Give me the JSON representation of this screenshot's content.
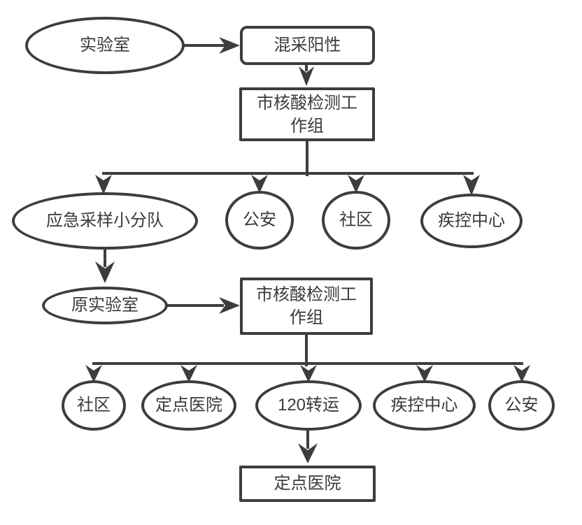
{
  "diagram": {
    "background_color": "#ffffff",
    "stroke_color": "#3d3d3d",
    "text_color": "#3a3a3a",
    "nodes": {
      "lab": {
        "shape": "ellipse",
        "label": "实验室"
      },
      "mixed_positive": {
        "shape": "rounded-rect",
        "label": "混采阳性"
      },
      "workgroup_1": {
        "shape": "rect",
        "label": "市核酸检测工\n作组"
      },
      "emergency_team": {
        "shape": "ellipse",
        "label": "应急采样小分队"
      },
      "police_1": {
        "shape": "ellipse",
        "label": "公安"
      },
      "community_1": {
        "shape": "ellipse",
        "label": "社区"
      },
      "cdc_1": {
        "shape": "ellipse",
        "label": "疾控中心"
      },
      "original_lab": {
        "shape": "ellipse",
        "label": "原实验室"
      },
      "workgroup_2": {
        "shape": "rect",
        "label": "市核酸检测工\n作组"
      },
      "community_2": {
        "shape": "ellipse",
        "label": "社区"
      },
      "designated_hospital_ellipse": {
        "shape": "ellipse",
        "label": "定点医院"
      },
      "transfer_120": {
        "shape": "ellipse",
        "label": "120转运"
      },
      "cdc_2": {
        "shape": "ellipse",
        "label": "疾控中心"
      },
      "police_2": {
        "shape": "ellipse",
        "label": "公安"
      },
      "designated_hospital_rect": {
        "shape": "rect",
        "label": "定点医院"
      }
    },
    "edges": [
      {
        "from": "lab",
        "to": "mixed_positive"
      },
      {
        "from": "mixed_positive",
        "to": "workgroup_1"
      },
      {
        "from": "workgroup_1",
        "to": "emergency_team"
      },
      {
        "from": "workgroup_1",
        "to": "police_1"
      },
      {
        "from": "workgroup_1",
        "to": "community_1"
      },
      {
        "from": "workgroup_1",
        "to": "cdc_1"
      },
      {
        "from": "emergency_team",
        "to": "original_lab"
      },
      {
        "from": "original_lab",
        "to": "workgroup_2"
      },
      {
        "from": "workgroup_2",
        "to": "community_2"
      },
      {
        "from": "workgroup_2",
        "to": "designated_hospital_ellipse"
      },
      {
        "from": "workgroup_2",
        "to": "transfer_120"
      },
      {
        "from": "workgroup_2",
        "to": "cdc_2"
      },
      {
        "from": "workgroup_2",
        "to": "police_2"
      },
      {
        "from": "transfer_120",
        "to": "designated_hospital_rect"
      }
    ]
  }
}
